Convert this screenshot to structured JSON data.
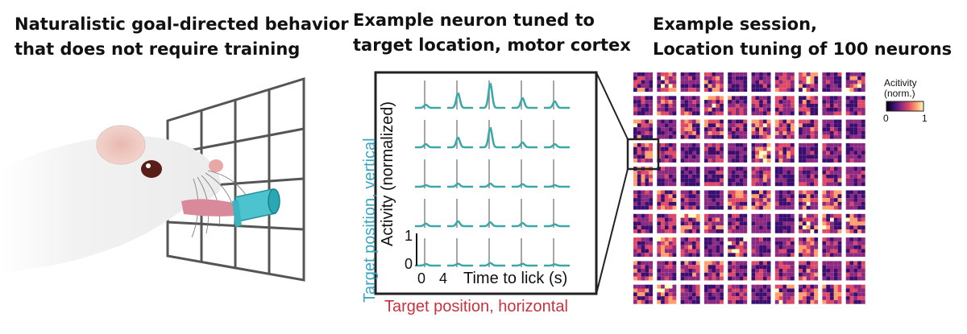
{
  "panel1": {
    "title_line1": "Naturalistic goal-directed behavior",
    "title_line2": "that does not require training"
  },
  "panel2": {
    "title_line1": "Example neuron tuned to",
    "title_line2": "target location, motor cortex",
    "vertical_axis_label": "Target position, vertical",
    "horizontal_axis_label": "Target position, horizontal",
    "activity_axis_label": "Activity (normalized)",
    "activity_tick_top": "1",
    "activity_tick_bottom": "0",
    "time_tick_0": "0",
    "time_tick_4": "4",
    "time_axis_label": "Time to lick (s)",
    "grid_rows": 5,
    "grid_cols": 5,
    "trace_color": "#3aa7a8",
    "peak_amplitudes": [
      [
        0.1,
        0.45,
        0.75,
        0.3,
        0.2
      ],
      [
        0.1,
        0.3,
        0.6,
        0.15,
        0.1
      ],
      [
        0.05,
        0.1,
        0.1,
        0.08,
        0.05
      ],
      [
        0.08,
        0.15,
        0.12,
        0.1,
        0.06
      ],
      [
        0.05,
        0.06,
        0.08,
        0.06,
        0.04
      ]
    ]
  },
  "panel3": {
    "title_line1": "Example session,",
    "title_line2": "Location tuning of 100 neurons",
    "colorbar_title_line1": "Acitivity",
    "colorbar_title_line2": "(norm.)",
    "colorbar_min": "0",
    "colorbar_max": "1",
    "grid_rows": 10,
    "grid_cols": 10,
    "neuron_count": 100,
    "colormap": [
      "#000004",
      "#3b0f70",
      "#8c2981",
      "#de4968",
      "#fe9f6d",
      "#fcfdbf"
    ]
  },
  "colors": {
    "vertical_label": "#3aa7c0",
    "horizontal_label": "#c8323f",
    "lick_tube": "#4ec3d0",
    "tongue": "#d98a9a"
  }
}
